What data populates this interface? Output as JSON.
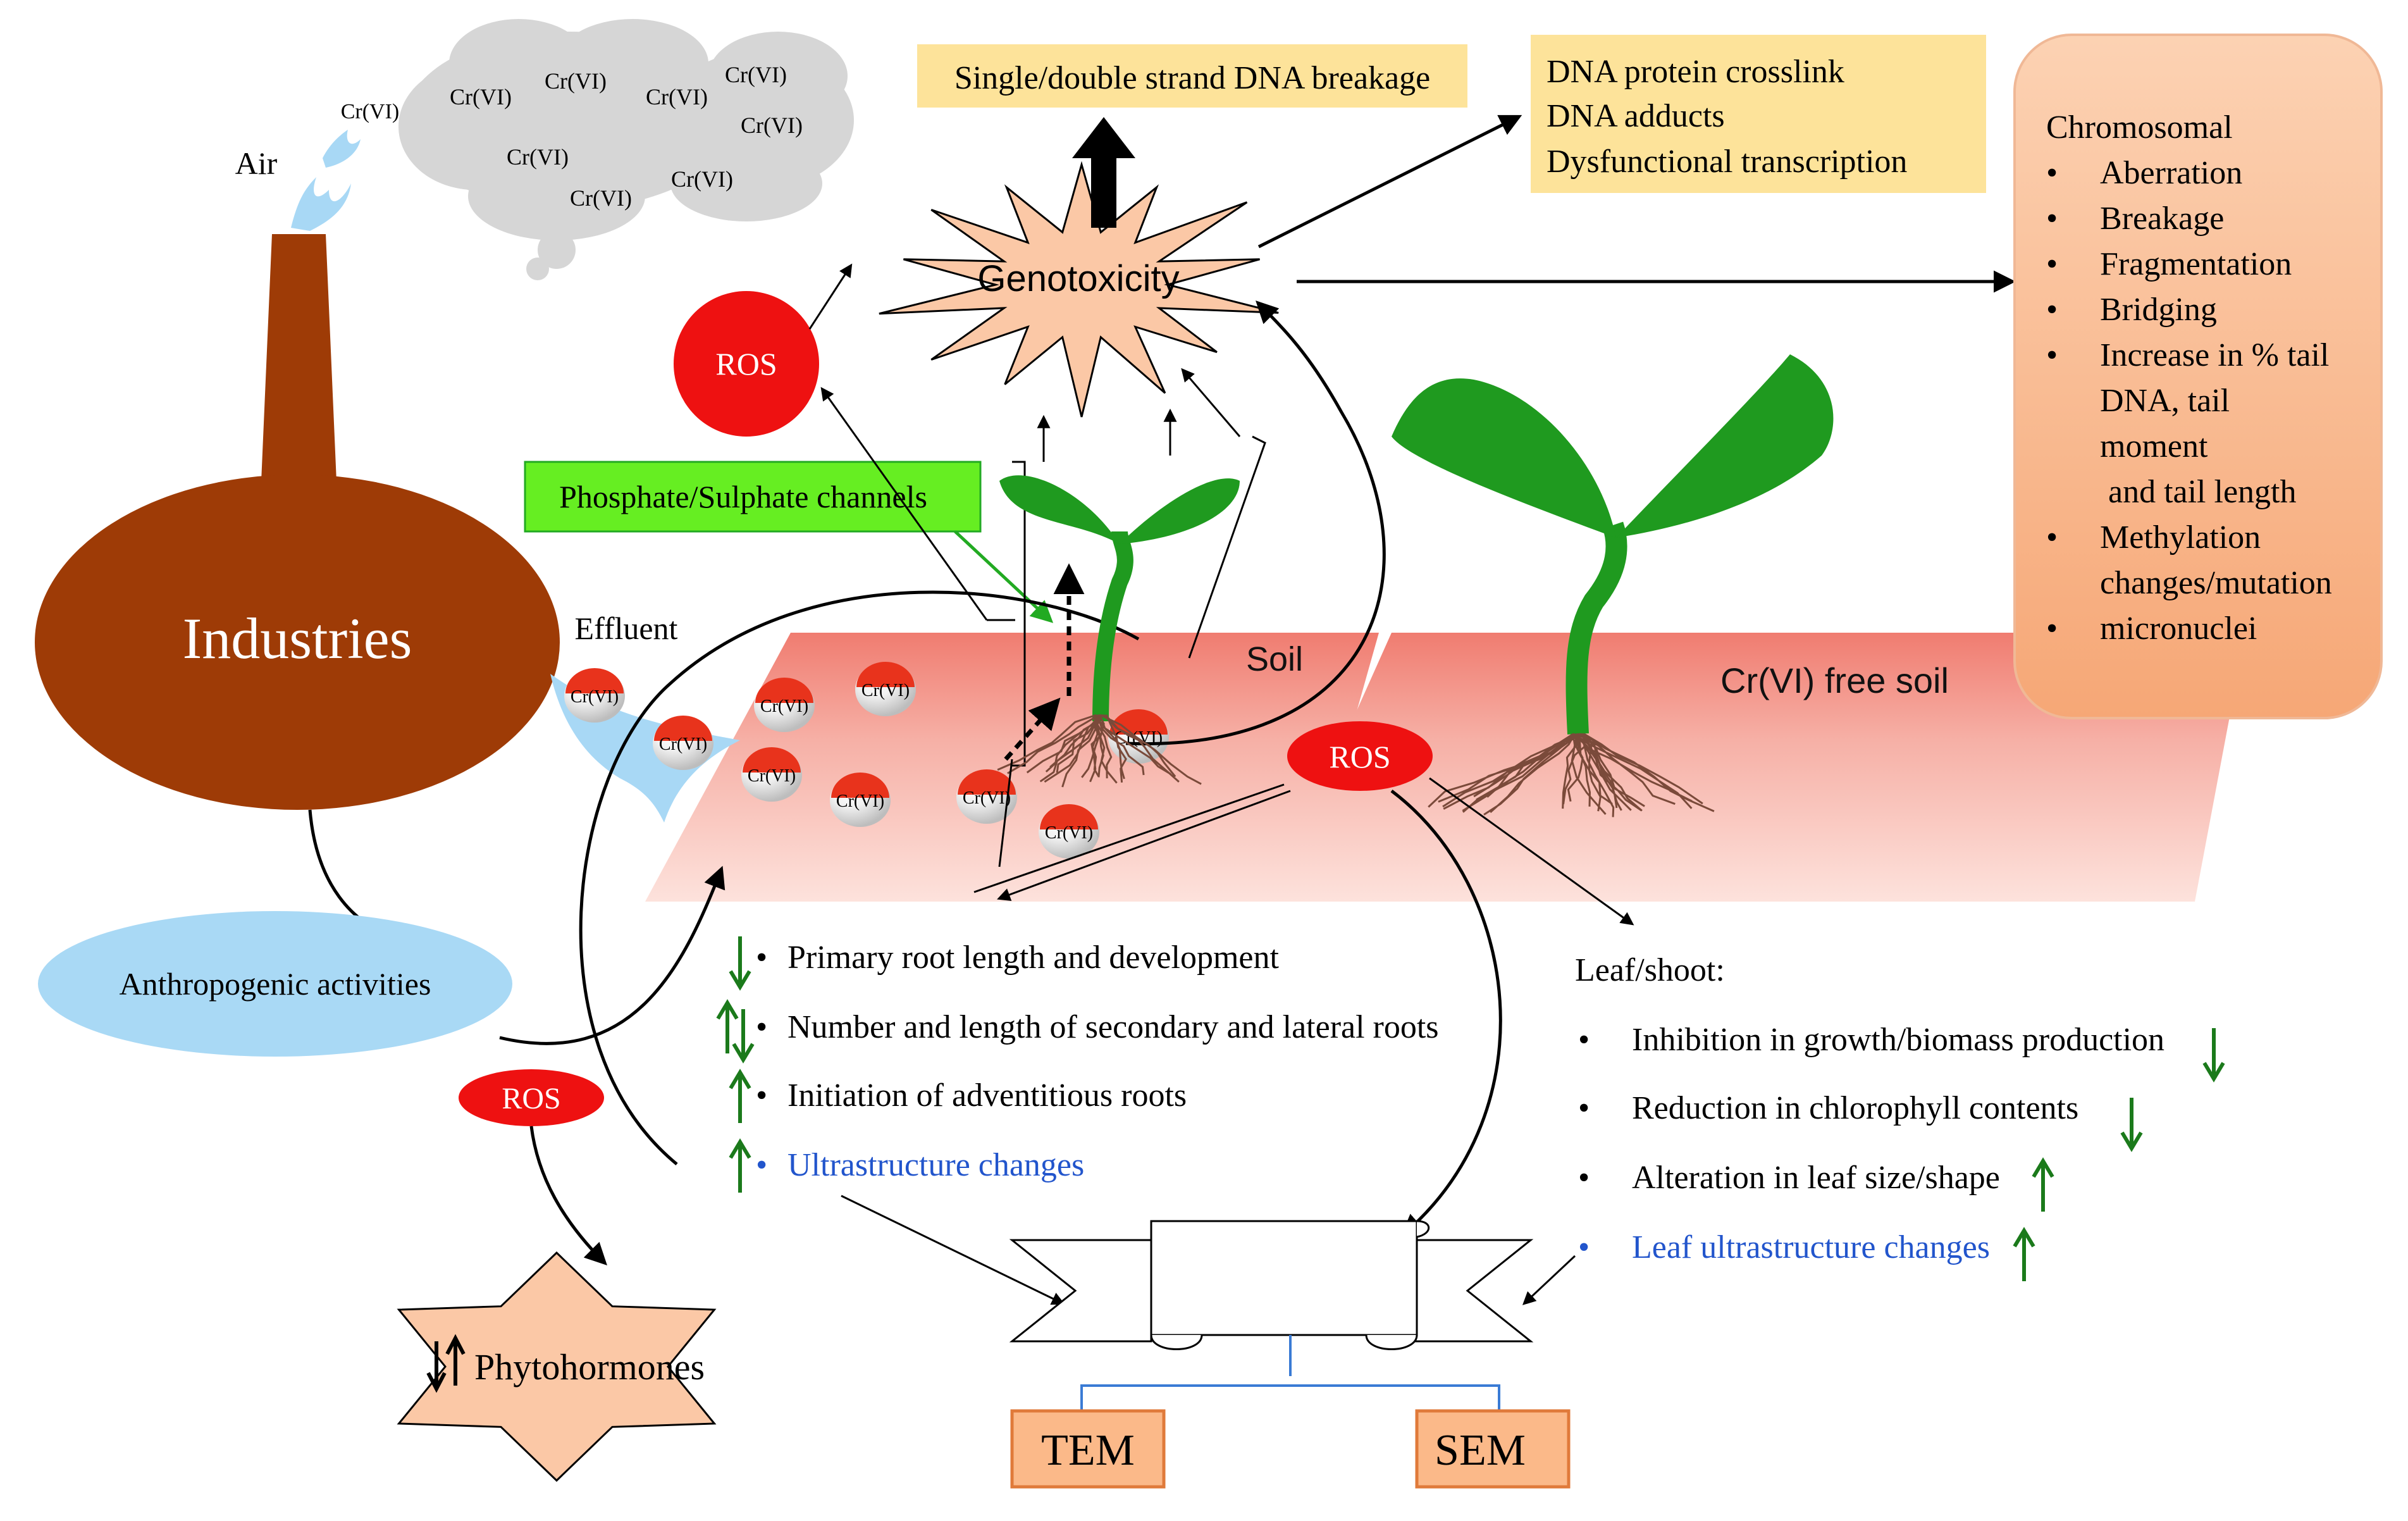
{
  "air": {
    "label": "Air",
    "puff_label": "Cr(VI)",
    "cloud_labels": [
      "Cr(VI)",
      "Cr(VI)",
      "Cr(VI)",
      "Cr(VI)",
      "Cr(VI)",
      "Cr(VI)",
      "Cr(VI)",
      "Cr(VI)"
    ]
  },
  "industry": {
    "label": "Industries",
    "effluent_label": "Effluent"
  },
  "anthropogenic": {
    "label": "Anthropogenic activities"
  },
  "soil": {
    "label": "Soil",
    "free_label": "Cr(VI) free soil",
    "particles": [
      "Cr(VI)",
      "Cr(VI)",
      "Cr(VI)",
      "Cr(VI)",
      "Cr(VI)",
      "Cr(VI)",
      "Cr(VI)",
      "Cr(VI)",
      "Cr(VI)"
    ]
  },
  "ros": {
    "top": "ROS",
    "middle": "ROS",
    "left": "ROS"
  },
  "channels": {
    "label": "Phosphate/Sulphate channels"
  },
  "genotoxicity": {
    "label": "Genotoxicity"
  },
  "dna_breakage": {
    "label": "Single/double strand DNA breakage"
  },
  "dna_effects": {
    "lines": [
      "DNA protein crosslink",
      "DNA adducts",
      "Dysfunctional transcription"
    ]
  },
  "chromosomal": {
    "title": "Chromosomal",
    "items": [
      "Aberration",
      "Breakage",
      "Fragmentation",
      "Bridging",
      "Increase in % tail",
      "DNA, tail",
      "moment",
      " and tail length",
      "Methylation",
      "changes/mutation",
      "micronuclei"
    ]
  },
  "root_effects": {
    "items": [
      "Primary root length and development",
      "Number and length of secondary and lateral roots",
      "Initiation of adventitious roots",
      "Ultrastructure changes"
    ]
  },
  "leaf_effects": {
    "title": "Leaf/shoot:",
    "items": [
      "Inhibition in growth/biomass production",
      "Reduction in  chlorophyll contents",
      "Alteration in leaf size/shape",
      "Leaf ultrastructure changes"
    ]
  },
  "phytohormones": {
    "label": "Phytohormones"
  },
  "microscopy": {
    "tem": "TEM",
    "sem": "SEM"
  },
  "colors": {
    "industry": "#9e3b06",
    "soil": "#f4a399",
    "ros": "#ee1111",
    "peach": "#fbc8a6",
    "yellow_box": "#fde39a",
    "green_box": "#66ee22",
    "plant": "#1f9a1f",
    "blue_ellipse": "#a9d9f5",
    "arrow_green": "#1b7a1b",
    "link_blue": "#2255cc"
  }
}
